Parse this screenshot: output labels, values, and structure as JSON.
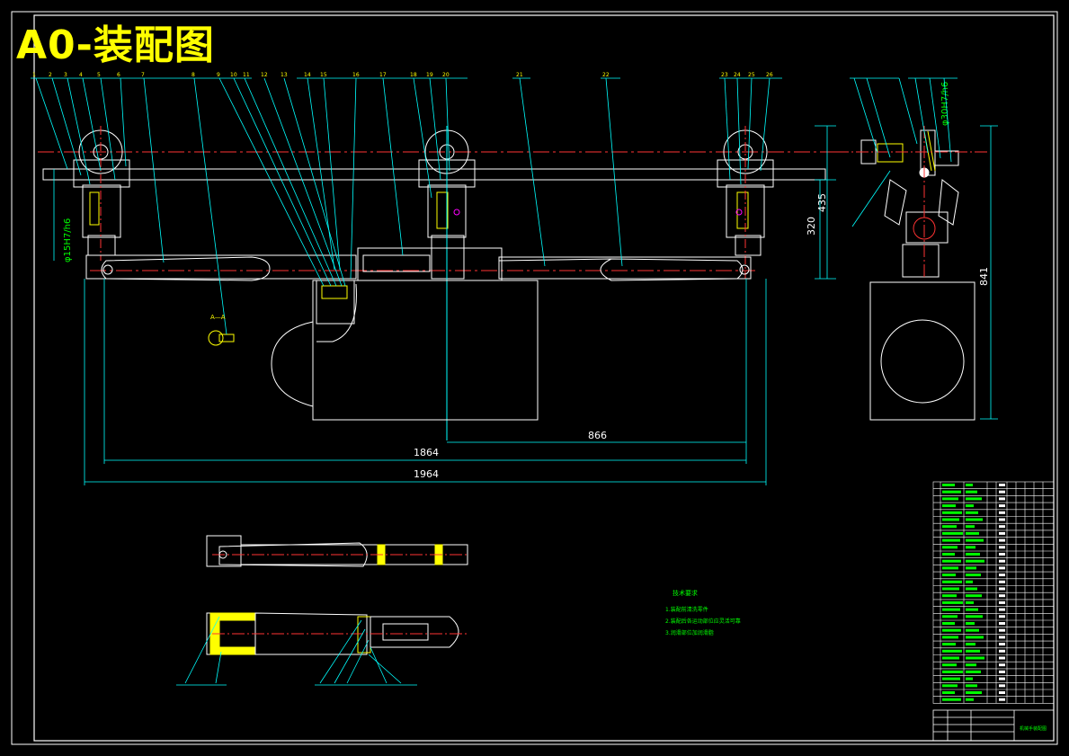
{
  "title": "A0-装配图",
  "dimensions": {
    "d1964": "1964",
    "d1864": "1864",
    "d866": "866",
    "d320": "320",
    "d435": "435",
    "d841": "841",
    "fit_left": "φ15H7/h6",
    "fit_right": "φ30H7/h6"
  },
  "section_label": "A—A",
  "notes": {
    "heading": "技术要求",
    "lines": [
      "1.装配前清洗零件",
      "2.装配后各运动部位应灵活可靠",
      "3.润滑部位加润滑脂"
    ]
  },
  "title_block": {
    "name": "机械手装配图"
  },
  "colors": {
    "line": "#ffffff",
    "dim": "#00ffff",
    "center": "#ff3333",
    "text": "#ffff00",
    "part": "#00ff00",
    "accent": "#ff00ff"
  }
}
